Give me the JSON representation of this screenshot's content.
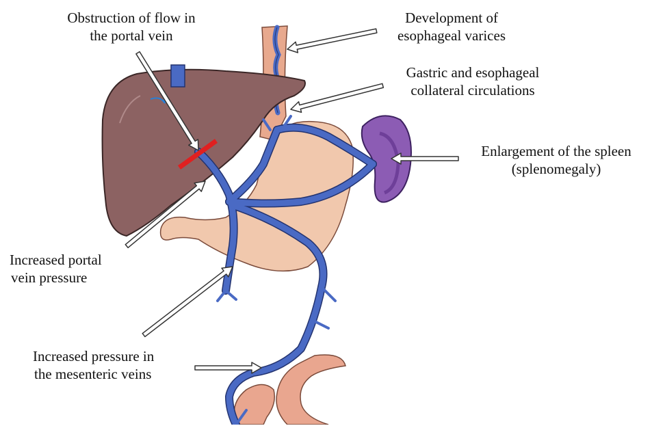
{
  "labels": {
    "obstruction": [
      "Obstruction of flow in",
      "the portal vein"
    ],
    "varices": [
      "Development of",
      "esophageal varices"
    ],
    "collateral": [
      "Gastric and esophageal",
      "collateral circulations"
    ],
    "spleen": [
      "Enlargement of the spleen",
      "(splenomegaly)"
    ],
    "portal_pressure": [
      "Increased portal",
      "vein pressure"
    ],
    "mesenteric": [
      "Increased pressure in",
      "the mesenteric veins"
    ]
  },
  "colors": {
    "liver": "#8c6262",
    "liver_outline": "#3a2626",
    "stomach": "#f1c8ad",
    "esophagus": "#e8a98e",
    "intestine": "#e9a68f",
    "spleen": "#8c5cb4",
    "spleen_inner": "#6e3f99",
    "vein": "#4a6ac4",
    "vein_outline": "#23336f",
    "obstruction": "#e02020",
    "arrow_fill": "#ffffff",
    "arrow_stroke": "#333333"
  }
}
